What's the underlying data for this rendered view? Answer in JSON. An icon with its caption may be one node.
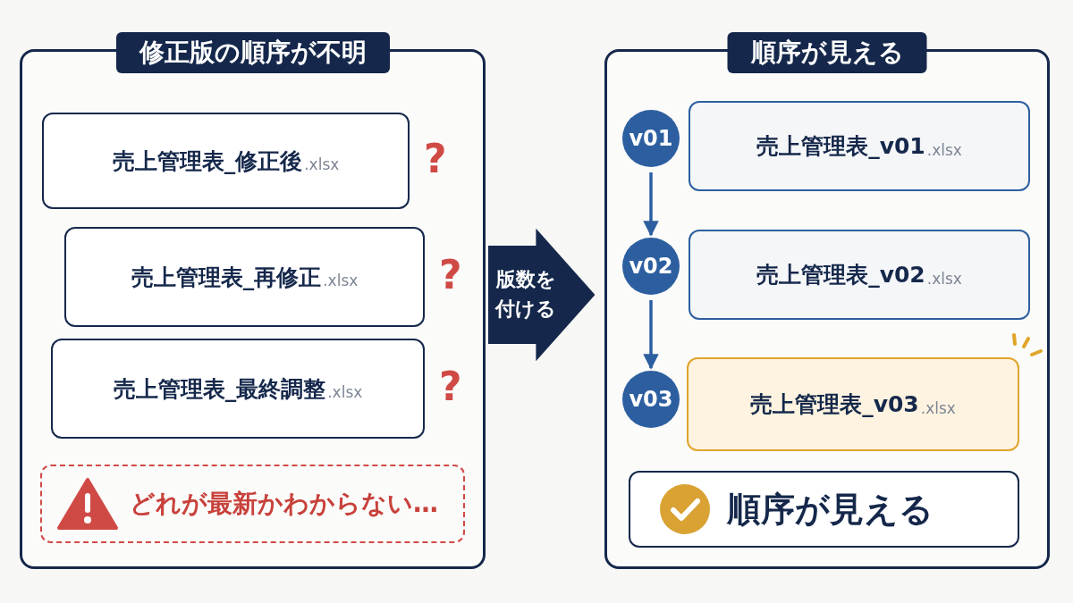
{
  "diagram": {
    "nodes": [
      {
        "text": [
          "修正版の順序が不明"
        ]
      },
      {
        "text": [
          "売上管理表_修正後",
          ".xlsx"
        ],
        "in": 0,
        "beside": [
          "?"
        ]
      },
      {
        "text": [
          "売上管理表_再修正",
          ".xlsx"
        ],
        "in": 0,
        "beside": [
          "?"
        ]
      },
      {
        "text": [
          "売上管理表_最終調整",
          ".xlsx"
        ],
        "in": 0,
        "beside": [
          "?"
        ]
      },
      {
        "text": [
          "どれが最新かわからない…"
        ],
        "in": 0
      },
      {
        "text": [
          "順序が見える"
        ]
      },
      {
        "text": [
          "v01"
        ],
        "in": 5
      },
      {
        "text": [
          "売上管理表_v01",
          ".xlsx"
        ],
        "in": 5
      },
      {
        "text": [
          "v02"
        ],
        "in": 5
      },
      {
        "text": [
          "売上管理表_v02",
          ".xlsx"
        ],
        "in": 5
      },
      {
        "text": [
          "v03"
        ],
        "in": 5
      },
      {
        "text": [
          "売上管理表_v03",
          ".xlsx"
        ],
        "in": 5
      },
      {
        "text": [
          "順序が見える"
        ],
        "in": 5
      }
    ],
    "edges": [
      {
        "from": 0,
        "to": 5,
        "arrow": "to",
        "label": "版数を付ける",
        "style": "thick",
        "color": "#15284b"
      },
      {
        "from": 6,
        "to": 8,
        "arrow": "to"
      },
      {
        "from": 8,
        "to": 10,
        "arrow": "to"
      }
    ]
  }
}
